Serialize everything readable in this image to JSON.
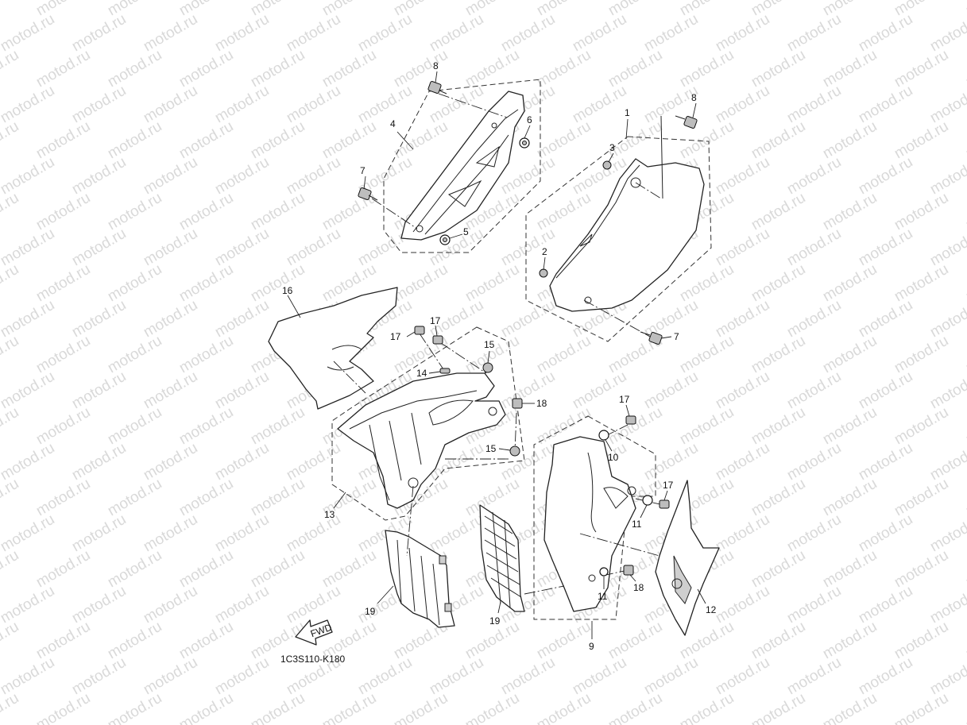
{
  "watermark": {
    "text": "motod.ru"
  },
  "diagram_code": "1C3S110-K180",
  "fwd_label": "FWD",
  "callouts": {
    "c1": "1",
    "c2": "2",
    "c3": "3",
    "c4": "4",
    "c5": "5",
    "c6": "6",
    "c7a": "7",
    "c7b": "7",
    "c8a": "8",
    "c8b": "8",
    "c9": "9",
    "c10": "10",
    "c11a": "11",
    "c11b": "11",
    "c12": "12",
    "c13": "13",
    "c14": "14",
    "c15a": "15",
    "c15b": "15",
    "c16": "16",
    "c17a": "17",
    "c17b": "17",
    "c17c": "17",
    "c17d": "17",
    "c18a": "18",
    "c18b": "18",
    "c19a": "19",
    "c19b": "19"
  }
}
